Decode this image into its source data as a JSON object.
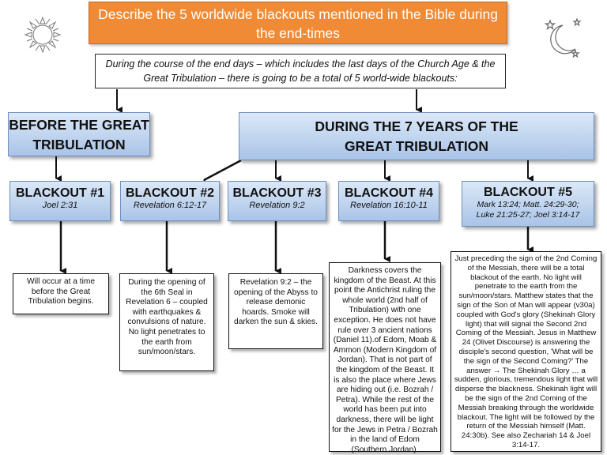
{
  "title": "Describe the 5 worldwide blackouts mentioned in the Bible during the end-times",
  "intro": "During the course of the end days – which includes the last days of the Church Age & the Great Tribulation – there is going to be a total of 5 world-wide blackouts:",
  "before": {
    "label": "BEFORE THE GREAT TRIBULATION"
  },
  "during": {
    "label": "DURING THE 7 YEARS OF THE GREAT TRIBULATION"
  },
  "blackouts": [
    {
      "label": "BLACKOUT #1",
      "ref": "Joel 2:31",
      "desc": "Will occur at a time before the Great Tribulation begins."
    },
    {
      "label": "BLACKOUT #2",
      "ref": "Revelation 6:12-17",
      "desc": "During the opening of the 6th Seal in Revelation 6 – coupled with earthquakes & convulsions of nature. No light penetrates to the earth from sun/moon/stars."
    },
    {
      "label": "BLACKOUT #3",
      "ref": "Revelation 9:2",
      "desc": "Revelation 9:2 – the opening of the Abyss to release demonic hoards. Smoke will darken the sun & skies."
    },
    {
      "label": "BLACKOUT #4",
      "ref": "Revelation 16:10-11",
      "desc": "Darkness covers the kingdom of the Beast. At this point the Antichrist ruling the whole world (2nd half of Tribulation) with one exception. He does not have rule over 3 ancient nations (Daniel 11).of Edom, Moab & Ammon (Modern Kingdom of Jordan). That is not part of the kingdom of the Beast. It is also the place where Jews are hiding out (i.e. Bozrah / Petra). While the rest of the world has been put into darkness, there will be light for the Jews in Petra / Bozrah in the land of Edom (Southern Jordan)."
    },
    {
      "label": "BLACKOUT #5",
      "ref": "Mark 13:24; Matt. 24:29-30; Luke 21:25-27; Joel 3:14-17",
      "desc": "Just preceding the sign of the 2nd Coming of the Messiah, there will be a total blackout of the earth. No light will penetrate to the earth from the sun/moon/stars. Matthew states that the sign of the Son of Man will appear (v30a) coupled with God's glory (Shekinah Glory light) that will signal the Second 2nd Coming of the Messiah. Jesus in Matthew 24 (Olivet Discourse) is answering the disciple's second question, 'What will be the sign of the Second Coming?' The answer → The Shekinah Glory … a sudden, glorious, tremendous light that will disperse the blackness. Shekinah light will be the sign of the 2nd Coming of the Messiah breaking through the worldwide blackout. The light will be followed by the return of the Messiah himself (Matt. 24:30b). See also Zechariah 14 & Joel 3:14-17."
    }
  ],
  "decorations": {
    "left": "sun-icon",
    "right": "moon-stars-icon"
  }
}
